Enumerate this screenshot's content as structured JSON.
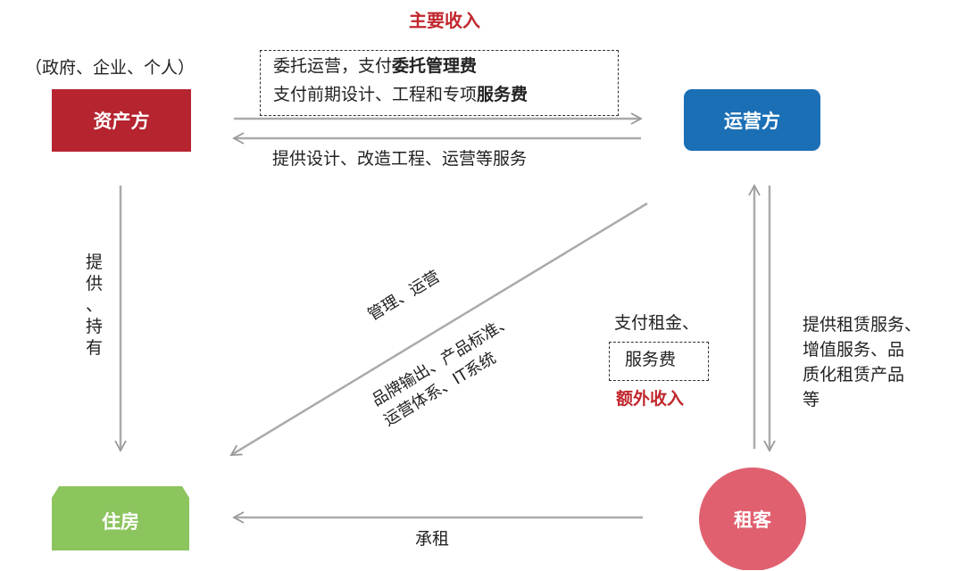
{
  "title": "主要收入",
  "asset_owner": {
    "label": "资产方",
    "note": "（政府、企业、个人）",
    "color": "#b5242f"
  },
  "operator": {
    "label": "运营方",
    "color": "#1a6fb5"
  },
  "housing": {
    "label": "住房",
    "color": "#8cc45e"
  },
  "tenant": {
    "label": "租客",
    "color": "#e0606f"
  },
  "fee_box": {
    "line1_plain": "委托运营，支付",
    "line1_bold": "委托管理费",
    "line2_plain": "支付前期设计、工程和专项",
    "line2_bold": "服务费"
  },
  "operator_to_owner": "提供设计、改造工程、运营等服务",
  "owner_to_housing": [
    "提",
    "供",
    "、",
    "持",
    "有"
  ],
  "operator_to_housing": {
    "line1": "管理、运营",
    "line2": "品牌输出、产品标准、",
    "line3": "运营体系、IT系统"
  },
  "tenant_to_operator": {
    "line1": "支付租金、",
    "boxed": "服务费",
    "extra": "额外收入"
  },
  "operator_to_tenant": [
    "提供租赁服务、",
    "增值服务、品",
    "质化租赁产品",
    "等"
  ],
  "tenant_to_housing": "承租"
}
